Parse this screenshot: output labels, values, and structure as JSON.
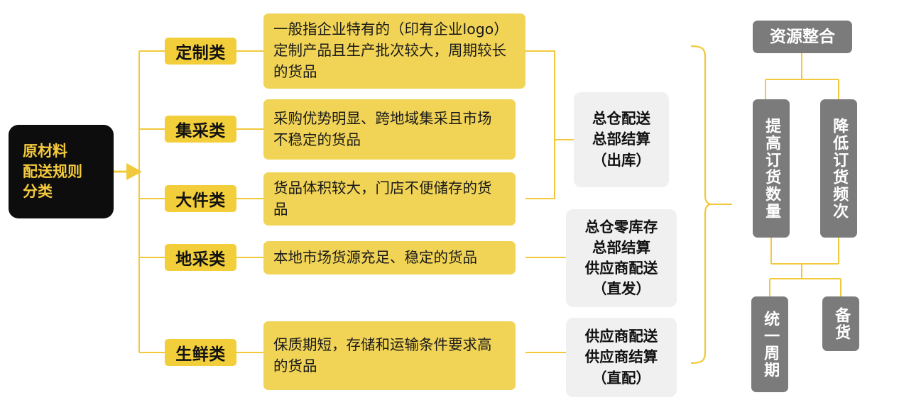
{
  "diagram": {
    "title_node": {
      "label": "原材料\n配送规则\n分类",
      "line1": "原材料",
      "line2": "配送规则",
      "line3": "分类",
      "bg_color": "#0d0d0d",
      "text_color": "#F3C93D"
    },
    "connector_color": "#F2C93B",
    "categories": [
      {
        "label": "定制类",
        "description": "一般指企业特有的（印有企业logo）定制产品且生产批次较大，周期较长的货品"
      },
      {
        "label": "集采类",
        "description": "采购优势明显、跨地域集采且市场不稳定的货品"
      },
      {
        "label": "大件类",
        "description": "货品体积较大，门店不便储存的货品"
      },
      {
        "label": "地采类",
        "description": "本地市场货源充足、稳定的货品"
      },
      {
        "label": "生鲜类",
        "description": "保质期短，存储和运输条件要求高的货品"
      }
    ],
    "fulfillment_modes": [
      {
        "line1": "总仓配送",
        "line2": "总部结算",
        "line3": "（出库）",
        "line4": ""
      },
      {
        "line1": "总仓零库存",
        "line2": "总部结算",
        "line3": "供应商配送",
        "line4": "（直发）"
      },
      {
        "line1": "供应商配送",
        "line2": "供应商结算",
        "line3": "（直配）",
        "line4": ""
      }
    ],
    "outcome": {
      "root": "资源整合",
      "level1": [
        "提高订货数量",
        "降低订货频次"
      ],
      "level2": [
        "统一周期",
        "备货"
      ],
      "box_color": "#7B7B7B",
      "text_color": "#ffffff"
    }
  }
}
